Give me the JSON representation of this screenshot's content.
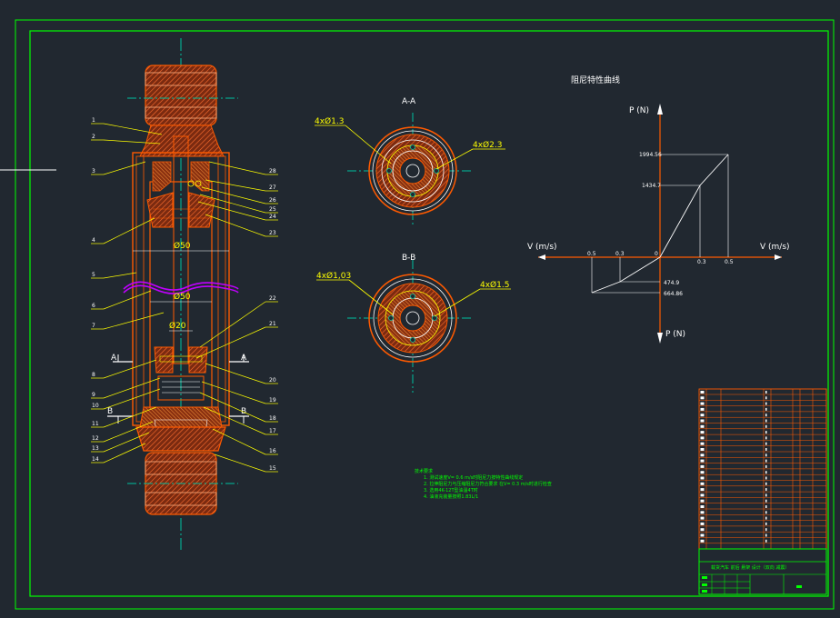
{
  "part_numbers_left": [
    "1",
    "2",
    "3",
    "4",
    "5",
    "6",
    "7",
    "8",
    "9",
    "10",
    "11",
    "12",
    "13",
    "14"
  ],
  "part_numbers_right": [
    "28",
    "27",
    "26",
    "25",
    "24",
    "23",
    "22",
    "21",
    "20",
    "19",
    "18",
    "17",
    "16",
    "15"
  ],
  "dims": {
    "d50a": "Ø50",
    "d50b": "Ø50",
    "d20": "Ø20"
  },
  "section_marks": {
    "a_left": "A",
    "a_right": "A",
    "b_left": "B",
    "b_right": "B"
  },
  "section_aa": {
    "title": "A-A",
    "label_left": "4xØ1.3",
    "label_right": "4xØ2.3"
  },
  "section_bb": {
    "title": "B-B",
    "label_left": "4xØ1,03",
    "label_right": "4xØ1.5"
  },
  "curve": {
    "title": "阻尼特性曲线",
    "y_up": "P (N)",
    "y_down": "P (N)",
    "x_left": "V (m/s)",
    "x_right": "V (m/s)",
    "pos_forces": [
      "1994.56",
      "1434.7"
    ],
    "neg_forces": [
      "474.9",
      "664.86"
    ],
    "x_ticks_left": [
      "0.5",
      "0.3"
    ],
    "x_ticks_right": [
      "0.3",
      "0.5"
    ],
    "origin": "0"
  },
  "notes": {
    "title": "技术要求",
    "lines": [
      "1.  测试速度V= 0.6 m/s时阻尼力按特性曲线规定",
      "2.  拉伸阻尼力与压缩阻尼力符合要求  在V= 0.3 m/s时进行检查",
      "3.  选用4K-12T型油温4T时",
      "4.  油液充装量按照1.83L/1"
    ]
  },
  "title_block": {
    "title": "载货汽车 前后 悬架 设计（双向 减震）"
  },
  "colors": {
    "background": "#212830",
    "frame": "#00ff00",
    "part": "#ff5a00",
    "center": "#00c0a0",
    "leader": "#ffff00",
    "hatch": "#ff7030",
    "spring": "#c000ff"
  }
}
